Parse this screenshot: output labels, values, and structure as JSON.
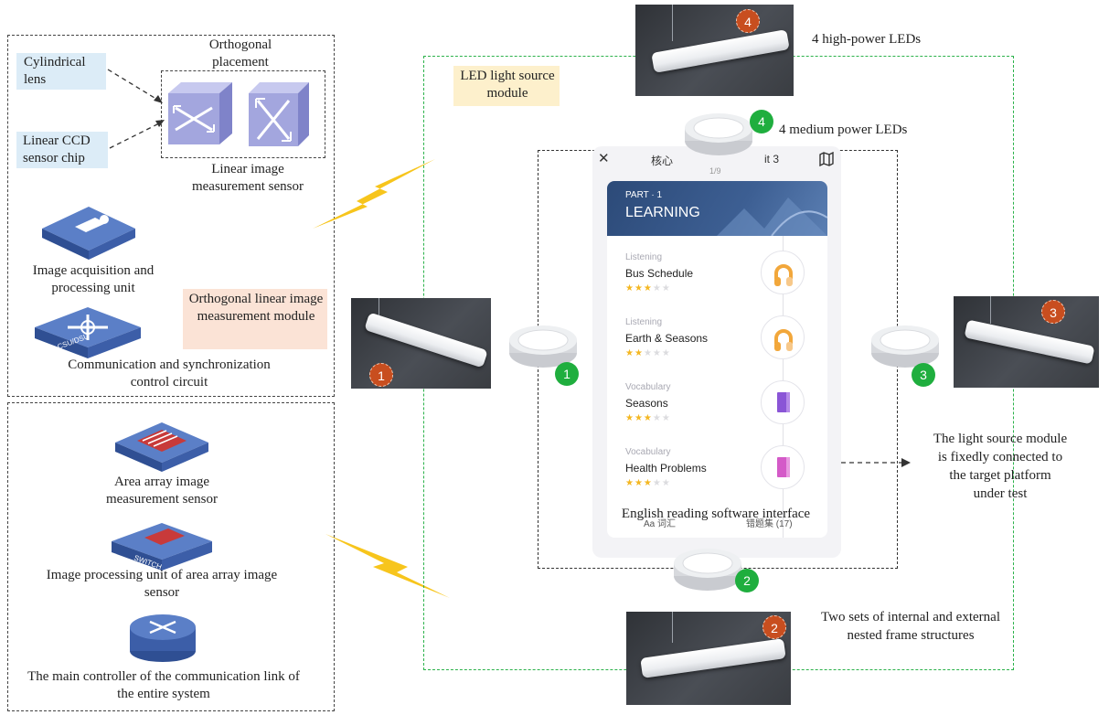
{
  "left_top_module": {
    "title_orthogonal_placement": "Orthogonal placement",
    "cylindrical_lens": "Cylindrical lens",
    "linear_ccd": "Linear CCD sensor chip",
    "linear_sensor": "Linear image measurement sensor",
    "acquisition_unit": "Image acquisition and processing unit",
    "module_label": "Orthogonal linear image measurement module",
    "comm_sync": "Communication and synchronization control circuit",
    "csu_text": "CSU/DSU"
  },
  "left_bottom_module": {
    "area_sensor": "Area array image measurement sensor",
    "area_processing": "Image processing unit of area array image sensor",
    "main_controller": "The main controller of the communication link of the entire system",
    "switch_text": "SWITCH"
  },
  "light_module": {
    "label": "LED light source module",
    "high_power": "4 high-power LEDs",
    "medium_power": "4 medium power LEDs",
    "fixed_note": "The light source module is fixedly connected to the target platform under test",
    "nested_frames": "Two sets of internal and external nested frame structures"
  },
  "badges": {
    "one": "1",
    "two": "2",
    "three": "3",
    "four": "4"
  },
  "software": {
    "caption": "English reading software interface",
    "close_glyph": "✕",
    "title_partial": "核心",
    "unit_partial": "it 3",
    "page_indicator": "1/9",
    "part": "PART · 1",
    "section": "LEARNING",
    "items": [
      {
        "category": "Listening",
        "title": "Bus Schedule",
        "stars": "★★★",
        "stars_off": "★★"
      },
      {
        "category": "Listening",
        "title": "Earth & Seasons",
        "stars": "★★",
        "stars_off": "★★★"
      },
      {
        "category": "Vocabulary",
        "title": "Seasons",
        "stars": "★★★",
        "stars_off": "★★"
      },
      {
        "category": "Vocabulary",
        "title": "Health Problems",
        "stars": "★★★",
        "stars_off": "★★"
      }
    ],
    "bottom_left": "Aa 词汇",
    "bottom_right": "错题集 (17)"
  },
  "colors": {
    "green_frame": "#2bb24a",
    "orange_badge": "#c84e1f",
    "green_badge": "#1fae3e",
    "lightning": "#f7c51c"
  },
  "icons": [
    "cylinder-lens-cube-icon",
    "ccd-chip-cube-icon",
    "camera-unit-icon",
    "csu-dsu-icon",
    "area-sensor-icon",
    "switch-icon",
    "router-icon",
    "lightning-icon",
    "led-bar-photo",
    "led-puck-icon"
  ]
}
